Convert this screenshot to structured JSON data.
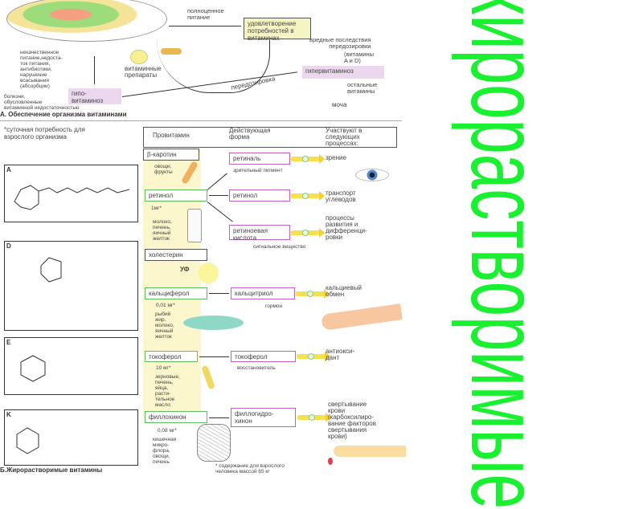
{
  "side_title": "жирорастворимые",
  "part_a": {
    "title": "А. Обеспечение организма витаминами",
    "full_nutrition": "полноценное\nпитание",
    "satisfaction": "удовлетворение\nпотребностей в\nвитаминах",
    "harmful": "вредные последствия\nпередозировки",
    "vitamins_ad": "(витамины\nA и D)",
    "hyper": "гипервитаминоз",
    "other_vitamins": "остальные\nвитамины",
    "urine": "моча",
    "poor_nutrition": "некачественное\nпитание,недоста-\nток питания,\nантибиотики,\nнарушение\nвсасывания\n(абсорбции)",
    "hypo": "гипо-\nвитаминоз",
    "diseases": "болезни,\nобусловленные\nвитаминной недостаточностью",
    "preparations": "витаминные\nпрепараты",
    "overdose": "передозировка"
  },
  "part_b": {
    "title": "Б.Жирорастворимые витамины",
    "daily_note": "*суточная потребность для\nвзрослого организма",
    "footnote": "* содержание для взрослого\nчеловека массой  65 кг",
    "headers": [
      "Провитамин",
      "Действующая\nформа",
      "Участвуют в\nследующих\nпроцессах:"
    ],
    "A": {
      "letter": "A",
      "provitamin": "β-каротин",
      "sources1": "овощи,\nфрукты",
      "vitamin": "ретинол",
      "dose": "1мг*",
      "sources": "молоко,\nпечень,\nяичный\nжелток",
      "forms": [
        {
          "name": "ретиналь",
          "note": "зрительный пигмент",
          "process": "зрение"
        },
        {
          "name": "ретинол",
          "process": "транспорт\nуглеводов"
        },
        {
          "name": "ретиноевая\nкислота",
          "note": "сигнальное вещество",
          "process": "процессы\nразвития и\nдифференци-\nровки"
        }
      ]
    },
    "D": {
      "letter": "D",
      "provitamin": "холестерин",
      "uv": "УФ",
      "vitamin": "кальциферол",
      "dose": "0,01 мг*",
      "sources": "рыбий\nжир,\nмолоко,\nяичный\nжелток",
      "form": "кальцитриол",
      "note": "гормон",
      "process": "кальциевый\nобмен"
    },
    "E": {
      "letter": "E",
      "vitamin": "токоферол",
      "dose": "10 мг*",
      "sources": "зерновые,\nпечень,\nяйца,\nрасти-\nтельное\nмасло",
      "form": "токоферол",
      "note": "восстановитель",
      "process": "антиокси-\nдант"
    },
    "K": {
      "letter": "K",
      "vitamin": "филлохинон",
      "dose": "0,08 мг*",
      "sources": "кишечная\nмикро-\nфлора,\nовощи,\nпечень",
      "form": "филлогидро-\nхинон",
      "process": "свертывание\nкрови\n(карбоксилиро-\nвание факторов\nсвертывания\nкрови)"
    }
  }
}
